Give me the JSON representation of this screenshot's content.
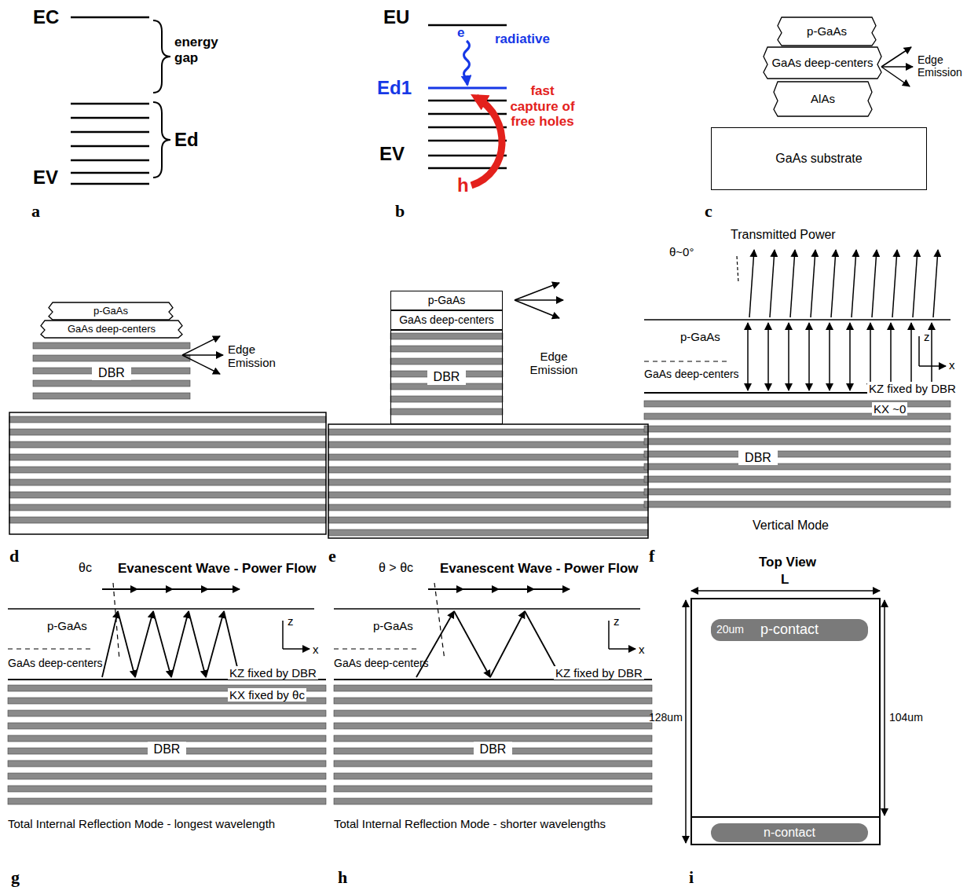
{
  "diagram": {
    "nodes": [
      {
        "text": [
          "p-GaAs"
        ]
      },
      {
        "text": [
          "GaAs deep-centers"
        ]
      },
      {
        "text": [
          "AlAs"
        ]
      },
      {
        "text": [
          "GaAs substrate"
        ]
      },
      {
        "text": [
          "p-GaAs"
        ]
      },
      {
        "text": [
          "GaAs deep-centers"
        ]
      },
      {
        "text": [
          "DBR"
        ]
      },
      {
        "text": [
          "p-GaAs"
        ]
      },
      {
        "text": [
          "GaAs deep-centers"
        ]
      },
      {
        "text": [
          "DBR"
        ]
      },
      {
        "text": [
          "DBR"
        ]
      },
      {
        "text": [
          "DBR"
        ]
      },
      {
        "text": [
          "DBR"
        ]
      },
      {
        "text": [
          "p-contact"
        ]
      },
      {
        "text": [
          "n-contact"
        ]
      }
    ],
    "labels": [
      "EC",
      "energy gap",
      "Ed",
      "EV",
      "a",
      "EU",
      "e",
      "radiative",
      "Ed1",
      "fast capture of free holes",
      "EV",
      "h",
      "b",
      "Edge Emission",
      "c",
      "Edge Emission",
      "d",
      "Edge Emission",
      "e",
      "Transmitted Power",
      "θ~0°",
      "p-GaAs",
      "GaAs deep-centers",
      "z",
      "x",
      "KZ fixed by DBR",
      "KX ~0",
      "Vertical Mode",
      "f",
      "θc",
      "Evanescent Wave - Power Flow",
      "p-GaAs",
      "GaAs deep-centers",
      "z",
      "x",
      "KZ fixed by DBR",
      "KX fixed by θc",
      "Total Internal Reflection Mode - longest wavelength",
      "g",
      "θ > θc",
      "Evanescent Wave - Power Flow",
      "p-GaAs",
      "GaAs deep-centers",
      "z",
      "x",
      "KZ fixed by DBR",
      "Total Internal Reflection Mode - shorter wavelengths",
      "h",
      "Top View",
      "L",
      "128um",
      "104um",
      "20um",
      "i"
    ]
  }
}
